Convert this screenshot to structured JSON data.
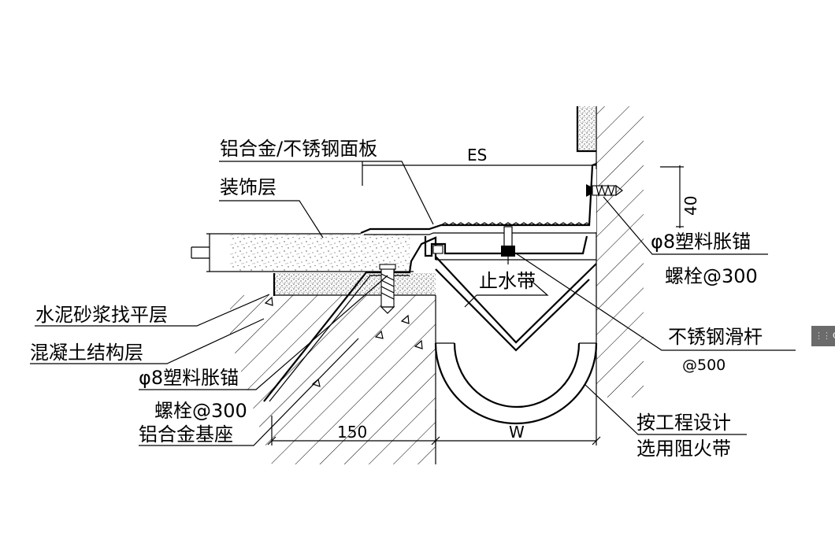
{
  "labels": {
    "panel": "铝合金/不锈钢面板",
    "decor": "装饰层",
    "mortar": "水泥砂浆找平层",
    "concrete": "混凝土结构层",
    "anchor_left_1": "φ8塑料胀锚",
    "anchor_left_2": "螺栓@300",
    "base": "铝合金基座",
    "waterstop": "止水带",
    "anchor_right_1": "φ8塑料胀锚",
    "anchor_right_2": "螺栓@300",
    "slide_rod_1": "不锈钢滑杆",
    "slide_rod_2": "@500",
    "fire_1": "按工程设计",
    "fire_2": "选用阻火带"
  },
  "dimensions": {
    "es": "ES",
    "forty": "40",
    "one_fifty": "150",
    "w": "W"
  },
  "side_tab": "CH"
}
